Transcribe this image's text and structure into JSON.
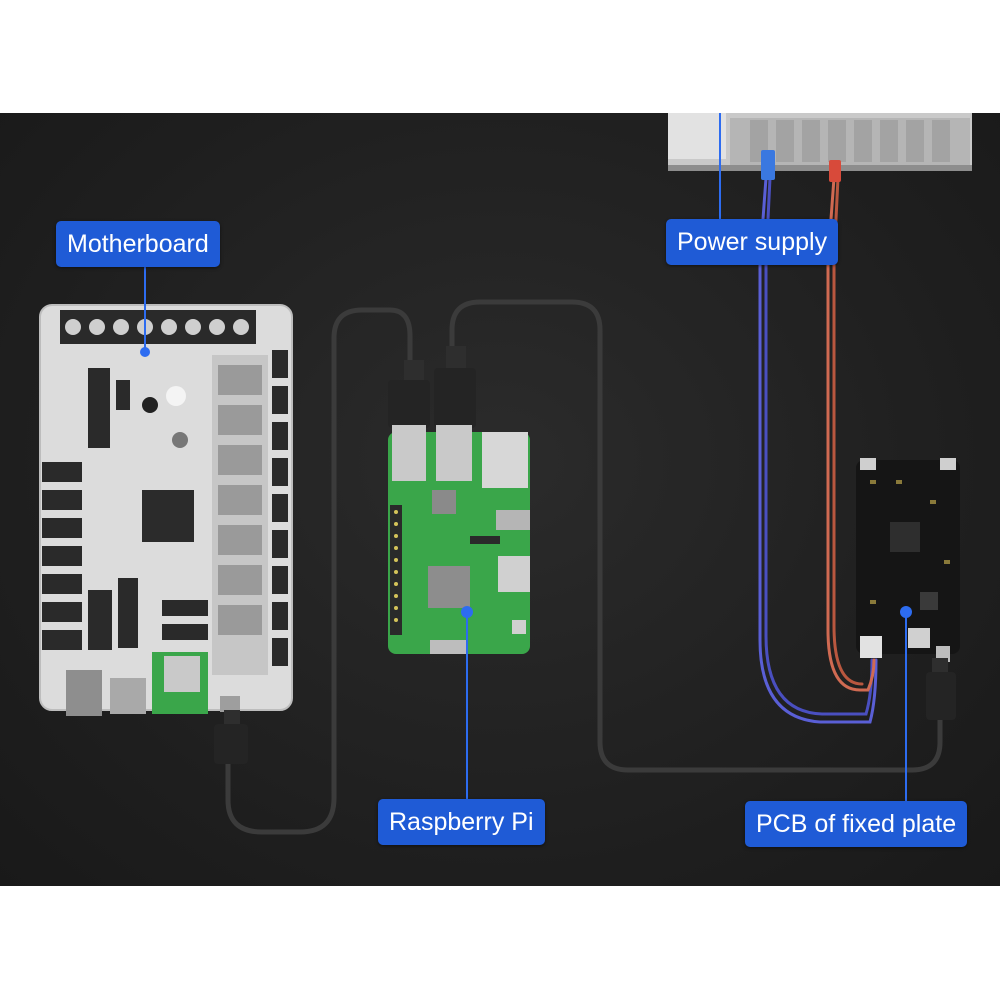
{
  "labels": {
    "motherboard": "Motherboard",
    "power_supply": "Power supply",
    "raspberry_pi": "Raspberry Pi",
    "pcb_fixed_plate": "PCB of fixed plate"
  },
  "colors": {
    "background": "#222222",
    "label_bg": "#1f5bd6",
    "leader_line": "#2d6cf0",
    "pi_board": "#3aa64a",
    "motherboard": "#d9d9d9",
    "pcb_board": "#111111",
    "cable": "#3b3b3b",
    "wire_blue": "#5a5fd6",
    "wire_red": "#d06a52"
  },
  "icons": [
    "usb-cable",
    "terminal-block",
    "chip",
    "hdmi-port",
    "ethernet-port"
  ]
}
